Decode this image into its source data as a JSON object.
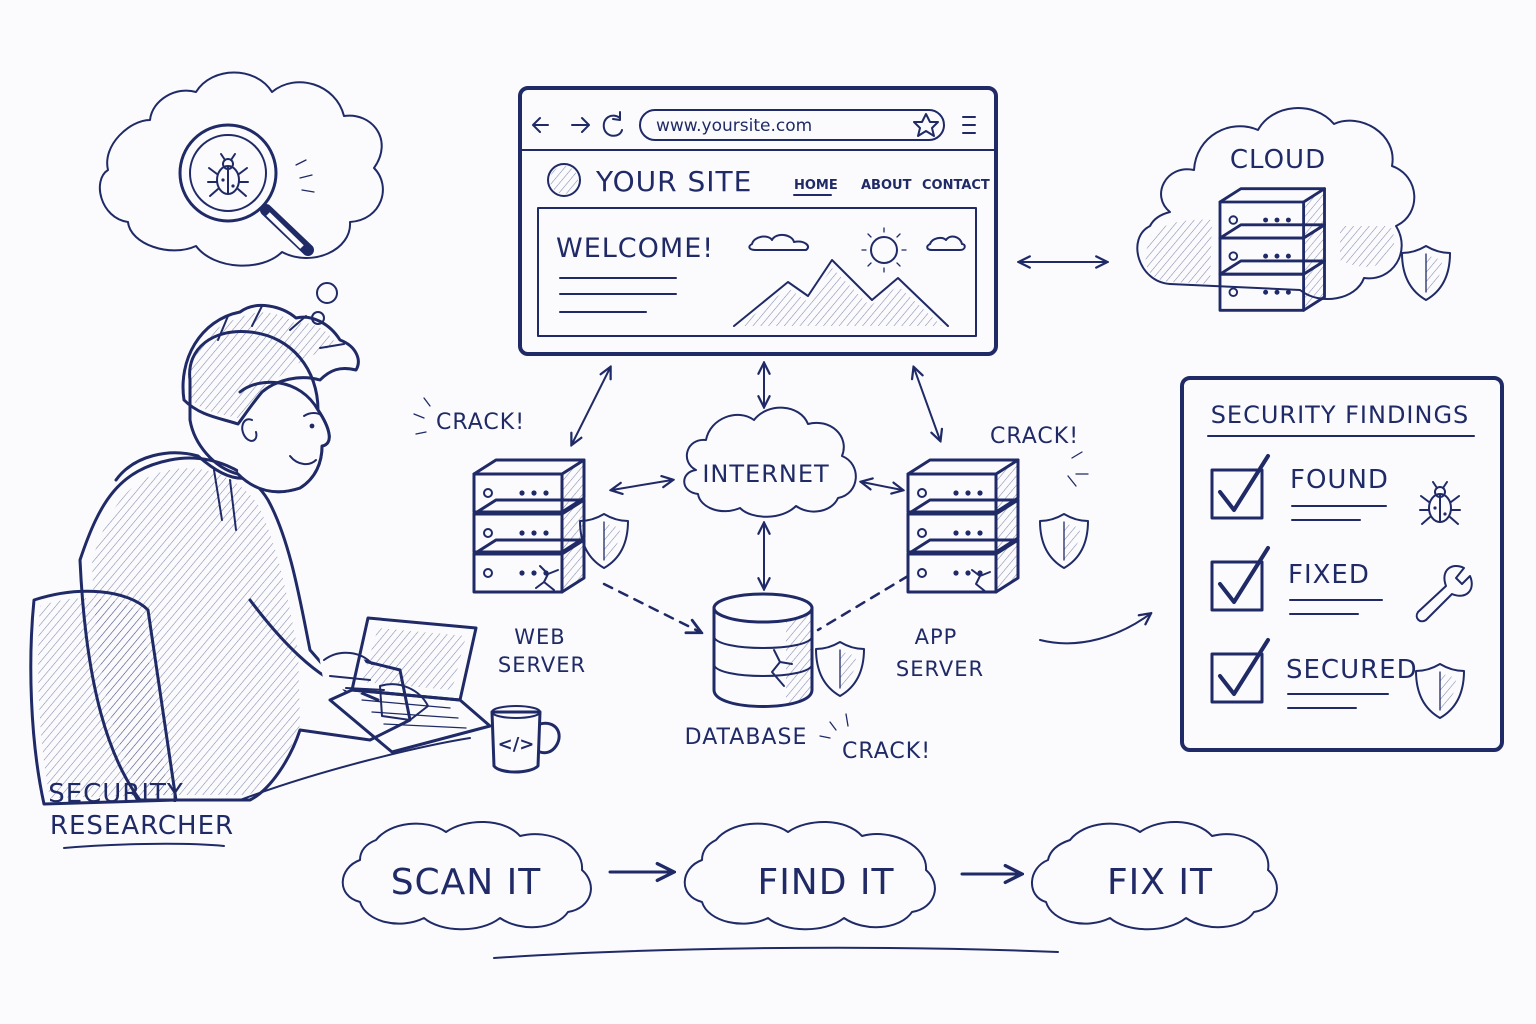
{
  "browser": {
    "url": "www.yoursite.com",
    "site_title": "YOUR SITE",
    "nav": [
      "HOME",
      "ABOUT",
      "CONTACT"
    ],
    "hero_heading": "WELCOME!"
  },
  "cloud_label": "CLOUD",
  "network": {
    "internet": "INTERNET",
    "web_server": [
      "WEB",
      "SERVER"
    ],
    "app_server": [
      "APP",
      "SERVER"
    ],
    "database": "DATABASE",
    "crack": "CRACK!"
  },
  "findings": {
    "title": "SECURITY FINDINGS",
    "items": [
      "FOUND",
      "FIXED",
      "SECURED"
    ]
  },
  "researcher_label": [
    "SECURITY",
    "RESEARCHER"
  ],
  "mug_label": "</>",
  "steps": [
    "SCAN IT",
    "FIND IT",
    "FIX IT"
  ],
  "colors": {
    "ink": "#1f2a66",
    "paper": "#fbfbfd"
  },
  "icons": [
    "arrow-left-icon",
    "arrow-right-icon",
    "refresh-icon",
    "star-icon",
    "menu-icon",
    "bug-icon",
    "magnifier-icon",
    "shield-icon",
    "wrench-icon",
    "checkbox-icon",
    "server-icon",
    "database-icon",
    "cloud-icon"
  ]
}
